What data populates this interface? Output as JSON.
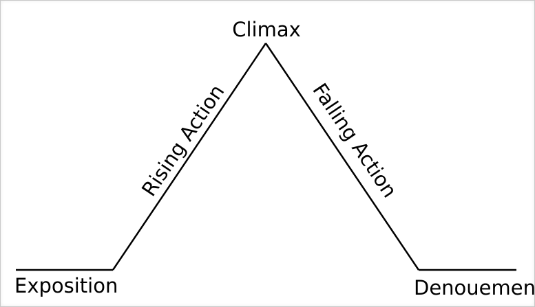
{
  "diagram": {
    "labels": {
      "climax": "Climax",
      "rising_action": "Rising Action",
      "falling_action": "Falling Action",
      "exposition": "Exposition",
      "denouement": "Denouement"
    },
    "colors": {
      "line": "#000000",
      "background": "#ffffff"
    }
  }
}
